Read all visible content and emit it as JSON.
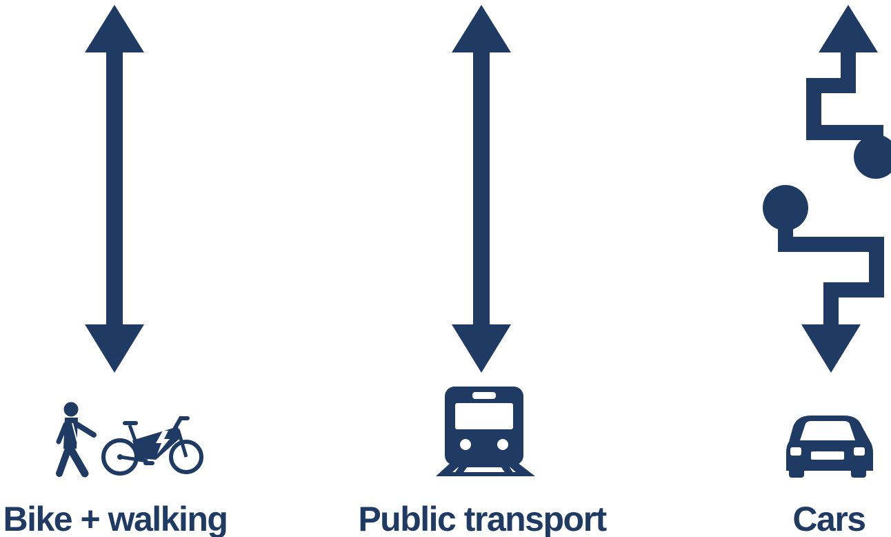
{
  "colors": {
    "primary": "#1f3a63",
    "background": "#ffffff"
  },
  "modes": [
    {
      "label": "Bike + walking",
      "route_icon": "straight-double-arrow-icon",
      "icons": [
        "pedestrian-icon",
        "e-bike-icon"
      ]
    },
    {
      "label": "Public transport",
      "route_icon": "straight-double-arrow-icon",
      "icons": [
        "train-icon"
      ]
    },
    {
      "label": "Cars",
      "route_icon": "winding-interrupted-arrow-icon",
      "icons": [
        "car-icon"
      ]
    }
  ]
}
